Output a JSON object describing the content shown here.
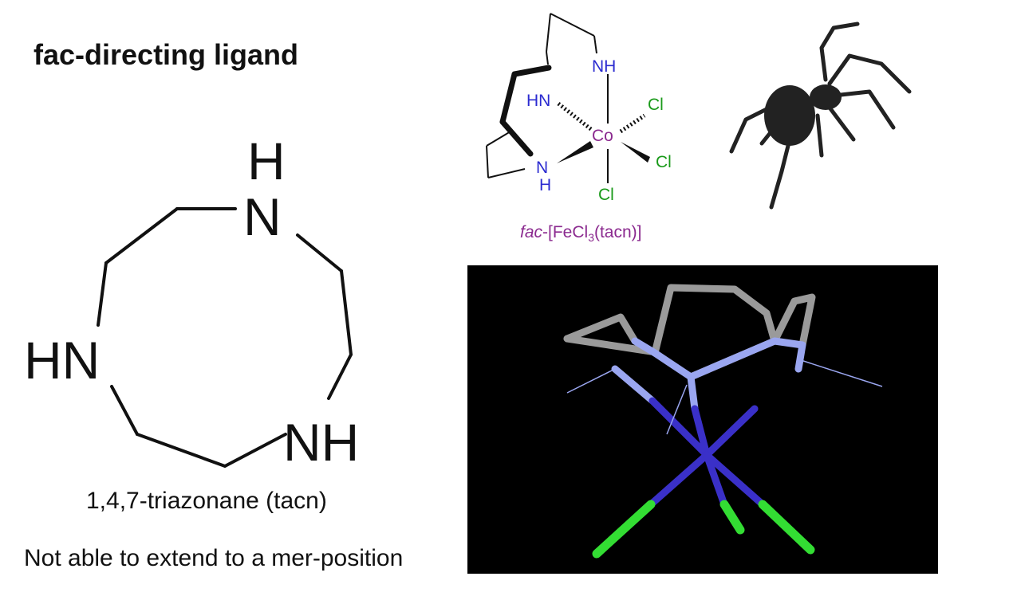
{
  "title": "fac-directing ligand",
  "tacn": {
    "atom_h": "H",
    "atom_n_top": "N",
    "atom_hn_left": "HN",
    "atom_nh_right": "NH",
    "caption": "1,4,7-triazonane (tacn)"
  },
  "note": "Not able to extend to a mer-position",
  "complex": {
    "nh_top": "NH",
    "hn_left": "HN",
    "metal": "Co",
    "n_bottom": "N",
    "h_bottom": "H",
    "cl_upper": "Cl",
    "cl_right": "Cl",
    "cl_bottom": "Cl",
    "caption_italic": "fac",
    "caption_pre": "-[FeCl",
    "caption_sub": "3",
    "caption_post": "(tacn)]",
    "colors": {
      "nitrogen": "#2b2bd0",
      "metal": "#8b2a8f",
      "chlorine": "#1a9a1a"
    }
  },
  "icons": {
    "spider": "spider-icon"
  },
  "model": {
    "colors": {
      "carbon": "#9a9a9a",
      "nitrogen": "#9aa6f0",
      "metal": "#3a30c8",
      "chlorine": "#33dd33"
    }
  }
}
